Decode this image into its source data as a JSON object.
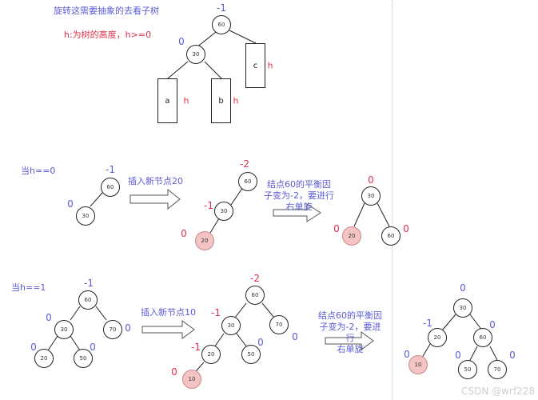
{
  "colors": {
    "balance_blue": "#5b5bd6",
    "balance_red": "#e0304a",
    "new_node_fill": "#f4c4c4",
    "divider": "#c4c4c4"
  },
  "header": {
    "note1": "旋转这需要抽象的去看子树",
    "note2": "h:为树的高度，h>=0"
  },
  "abstract_tree": {
    "root": {
      "value": "60",
      "bf": "-1"
    },
    "left": {
      "value": "30",
      "bf": "0"
    },
    "subtrees": [
      {
        "label": "a",
        "height": "h"
      },
      {
        "label": "b",
        "height": "h"
      },
      {
        "label": "c",
        "height": "h"
      }
    ]
  },
  "case_h0": {
    "title": "当h==0",
    "insert_label": "插入新节点20",
    "rotate_label_lines": [
      "结点60的平衡因",
      "子变为-2，要进行",
      "右单旋"
    ],
    "before": {
      "nodes": [
        {
          "value": "60",
          "bf": "-1"
        },
        {
          "value": "30",
          "bf": "0"
        }
      ]
    },
    "after_insert": {
      "nodes": [
        {
          "value": "60",
          "bf": "-2"
        },
        {
          "value": "30",
          "bf": "-1"
        },
        {
          "value": "20",
          "bf": "0",
          "new": true
        }
      ]
    },
    "after_rotate": {
      "nodes": [
        {
          "value": "30",
          "bf": "0"
        },
        {
          "value": "20",
          "bf": "0",
          "new": true
        },
        {
          "value": "60",
          "bf": "0"
        }
      ]
    }
  },
  "case_h1": {
    "title": "当h==1",
    "insert_label": "插入新节点10",
    "rotate_label_lines": [
      "结点60的平衡因",
      "子变为-2，要进行",
      "右单旋"
    ],
    "before": {
      "nodes": [
        {
          "value": "60",
          "bf": "-1"
        },
        {
          "value": "30",
          "bf": "0"
        },
        {
          "value": "70",
          "bf": "0"
        },
        {
          "value": "20",
          "bf": "0"
        },
        {
          "value": "50",
          "bf": "0"
        }
      ]
    },
    "after_insert": {
      "nodes": [
        {
          "value": "60",
          "bf": "-2"
        },
        {
          "value": "30",
          "bf": "-1"
        },
        {
          "value": "70",
          "bf": "0"
        },
        {
          "value": "20",
          "bf": "-1"
        },
        {
          "value": "50",
          "bf": "0"
        },
        {
          "value": "10",
          "bf": "0",
          "new": true
        }
      ]
    },
    "after_rotate": {
      "nodes": [
        {
          "value": "30",
          "bf": "0"
        },
        {
          "value": "20",
          "bf": "-1"
        },
        {
          "value": "60",
          "bf": "0"
        },
        {
          "value": "10",
          "bf": "0",
          "new": true
        },
        {
          "value": "50",
          "bf": "0"
        },
        {
          "value": "70",
          "bf": "0"
        }
      ]
    }
  },
  "watermark": "CSDN @wrf228"
}
